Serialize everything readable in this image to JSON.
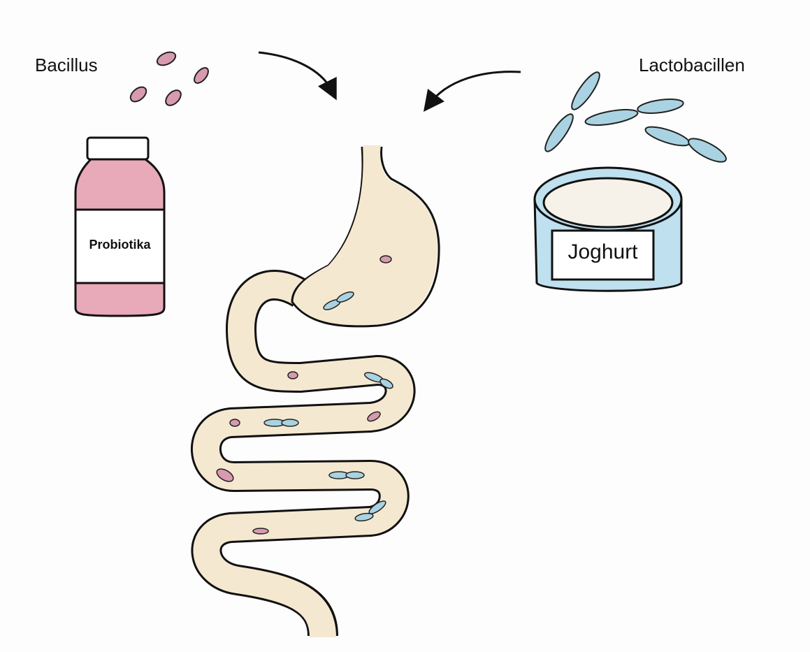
{
  "labels": {
    "bacillus": "Bacillus",
    "lactobacillen": "Lactobacillen",
    "probiotika": "Probiotika",
    "joghurt": "Joghurt"
  },
  "colors": {
    "bacillus": "#d89aae",
    "lactobacillus": "#a9d3e2",
    "gut": "#f5e8d0",
    "bottle": "#e8a9b8",
    "yogurt": "#bfe0ee"
  }
}
